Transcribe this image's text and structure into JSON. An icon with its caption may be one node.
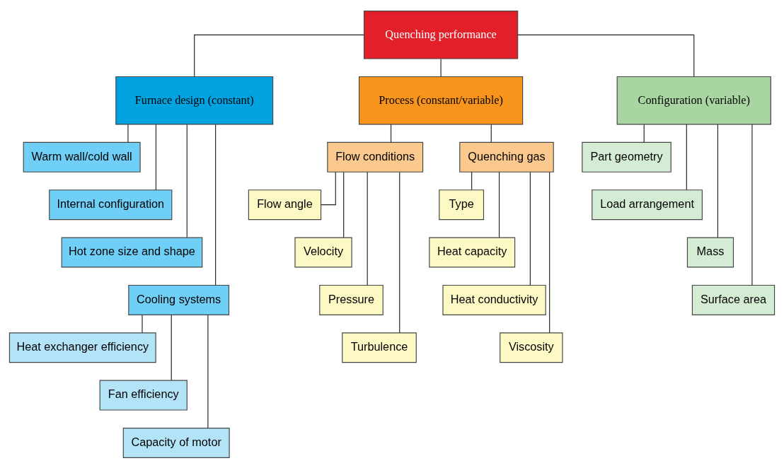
{
  "diagram": {
    "nodes": [
      {
        "text": [
          "Quenching performance"
        ]
      },
      {
        "text": [
          "Furnace design (constant)"
        ]
      },
      {
        "text": [
          "Process (constant/variable)"
        ]
      },
      {
        "text": [
          "Configuration (variable)"
        ]
      },
      {
        "text": [
          "Warm wall/cold wall"
        ]
      },
      {
        "text": [
          "Internal configuration"
        ]
      },
      {
        "text": [
          "Hot zone size and shape"
        ]
      },
      {
        "text": [
          "Cooling systems"
        ]
      },
      {
        "text": [
          "Heat exchanger efficiency"
        ]
      },
      {
        "text": [
          "Fan efficiency"
        ]
      },
      {
        "text": [
          "Capacity of motor"
        ]
      },
      {
        "text": [
          "Flow conditions"
        ]
      },
      {
        "text": [
          "Quenching gas"
        ]
      },
      {
        "text": [
          "Flow angle"
        ]
      },
      {
        "text": [
          "Velocity"
        ]
      },
      {
        "text": [
          "Pressure"
        ]
      },
      {
        "text": [
          "Turbulence"
        ]
      },
      {
        "text": [
          "Type"
        ]
      },
      {
        "text": [
          "Heat capacity"
        ]
      },
      {
        "text": [
          "Heat conductivity"
        ]
      },
      {
        "text": [
          "Viscosity"
        ]
      },
      {
        "text": [
          "Part geometry"
        ]
      },
      {
        "text": [
          "Load arrangement"
        ]
      },
      {
        "text": [
          "Mass"
        ]
      },
      {
        "text": [
          "Surface area"
        ]
      }
    ],
    "edges": [
      {
        "from": 0,
        "to": 1,
        "arrow": "none"
      },
      {
        "from": 0,
        "to": 2,
        "arrow": "none"
      },
      {
        "from": 0,
        "to": 3,
        "arrow": "none"
      },
      {
        "from": 1,
        "to": 4,
        "arrow": "none"
      },
      {
        "from": 1,
        "to": 5,
        "arrow": "none"
      },
      {
        "from": 1,
        "to": 6,
        "arrow": "none"
      },
      {
        "from": 1,
        "to": 7,
        "arrow": "none"
      },
      {
        "from": 7,
        "to": 8,
        "arrow": "none"
      },
      {
        "from": 7,
        "to": 9,
        "arrow": "none"
      },
      {
        "from": 7,
        "to": 10,
        "arrow": "none"
      },
      {
        "from": 2,
        "to": 11,
        "arrow": "none"
      },
      {
        "from": 2,
        "to": 12,
        "arrow": "none"
      },
      {
        "from": 11,
        "to": 13,
        "arrow": "none"
      },
      {
        "from": 11,
        "to": 14,
        "arrow": "none"
      },
      {
        "from": 11,
        "to": 15,
        "arrow": "none"
      },
      {
        "from": 11,
        "to": 16,
        "arrow": "none"
      },
      {
        "from": 12,
        "to": 17,
        "arrow": "none"
      },
      {
        "from": 12,
        "to": 18,
        "arrow": "none"
      },
      {
        "from": 12,
        "to": 19,
        "arrow": "none"
      },
      {
        "from": 12,
        "to": 20,
        "arrow": "none"
      },
      {
        "from": 3,
        "to": 21,
        "arrow": "none"
      },
      {
        "from": 3,
        "to": 22,
        "arrow": "none"
      },
      {
        "from": 3,
        "to": 23,
        "arrow": "none"
      },
      {
        "from": 3,
        "to": 24,
        "arrow": "none"
      }
    ]
  }
}
